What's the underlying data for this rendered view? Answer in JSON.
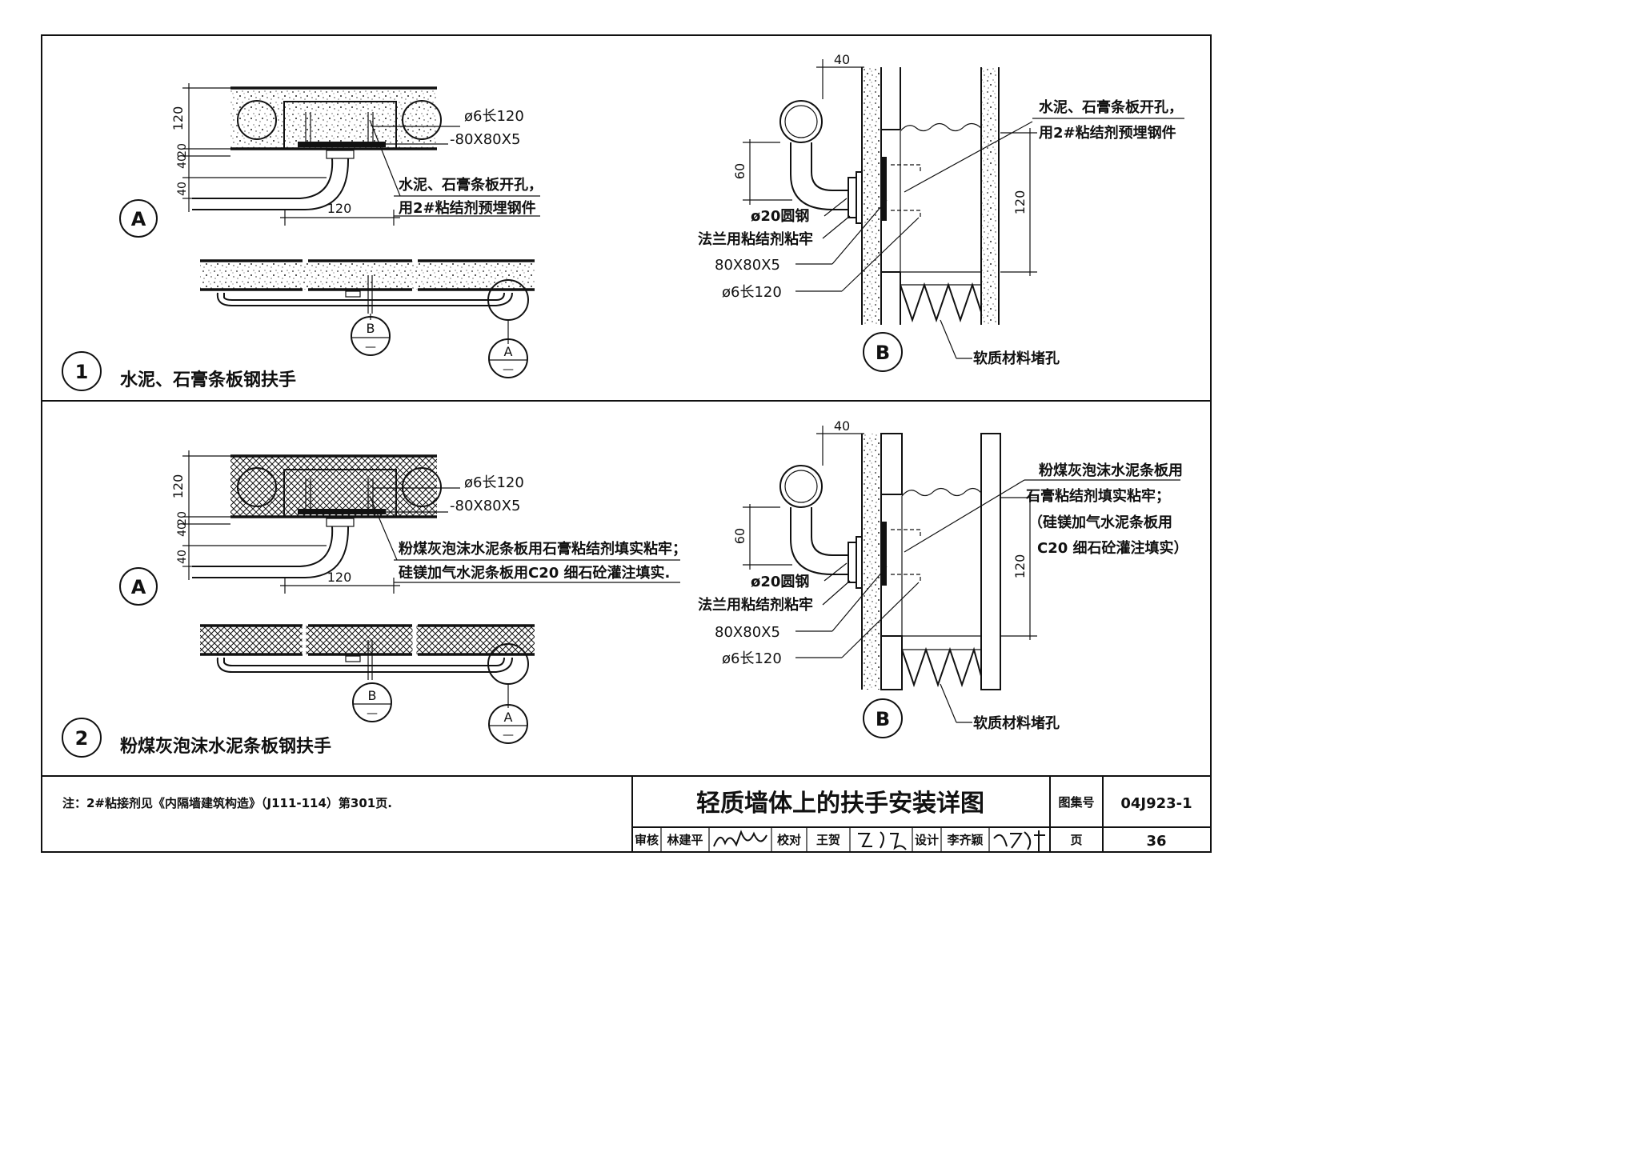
{
  "detail1": {
    "number": "1",
    "title": "水泥、石膏条板钢扶手",
    "view_a": "A",
    "view_b": "B",
    "dims": [
      "120",
      "40",
      "20",
      "40",
      "120"
    ],
    "labels": {
      "rod": "ø6长120",
      "plate": "-80X80X5",
      "note_line1": "水泥、石膏条板开孔，",
      "note_line2": "用2#粘结剂预埋钢件"
    },
    "ref_b": {
      "letter": "B",
      "sub": "—"
    },
    "ref_a": {
      "letter": "A",
      "sub": "—"
    },
    "section_b": {
      "dim_top": "40",
      "dim_60": "60",
      "dim_120": "120",
      "round_bar": "ø20圆钢",
      "flange": "法兰用粘结剂粘牢",
      "plate": "80X80X5",
      "rod": "ø6长120",
      "note_line1": "水泥、石膏条板开孔，",
      "note_line2": "用2#粘结剂预埋钢件",
      "plug": "软质材料堵孔"
    }
  },
  "detail2": {
    "number": "2",
    "title": "粉煤灰泡沫水泥条板钢扶手",
    "view_a": "A",
    "view_b": "B",
    "dims": [
      "120",
      "40",
      "20",
      "40",
      "120"
    ],
    "labels": {
      "rod": "ø6长120",
      "plate": "-80X80X5",
      "note_line1": "粉煤灰泡沫水泥条板用石膏粘结剂填实粘牢；",
      "note_line2": "硅镁加气水泥条板用C20 细石砼灌注填实."
    },
    "ref_b": {
      "letter": "B",
      "sub": "—"
    },
    "ref_a": {
      "letter": "A",
      "sub": "—"
    },
    "section_b": {
      "dim_top": "40",
      "dim_60": "60",
      "dim_120": "120",
      "round_bar": "ø20圆钢",
      "flange": "法兰用粘结剂粘牢",
      "plate": "80X80X5",
      "rod": "ø6长120",
      "note_line1": "粉煤灰泡沫水泥条板用",
      "note_line2": "石膏粘结剂填实粘牢；",
      "note_line3": "（硅镁加气水泥条板用",
      "note_line4": "C20 细石砼灌注填实）",
      "plug": "软质材料堵孔"
    }
  },
  "title_block": {
    "note": "注：2#粘接剂见《内隔墙建筑构造》（J111-114）第301页.",
    "drawing_title": "轻质墙体上的扶手安装详图",
    "atlas_label": "图集号",
    "atlas_no": "04J923-1",
    "review_label": "审核",
    "reviewer": "林建平",
    "check_label": "校对",
    "checker": "王贺",
    "design_label": "设计",
    "designer": "李齐颖",
    "page_label": "页",
    "page_no": "36"
  },
  "colors": {
    "ink": "#111111",
    "paper": "#ffffff"
  }
}
